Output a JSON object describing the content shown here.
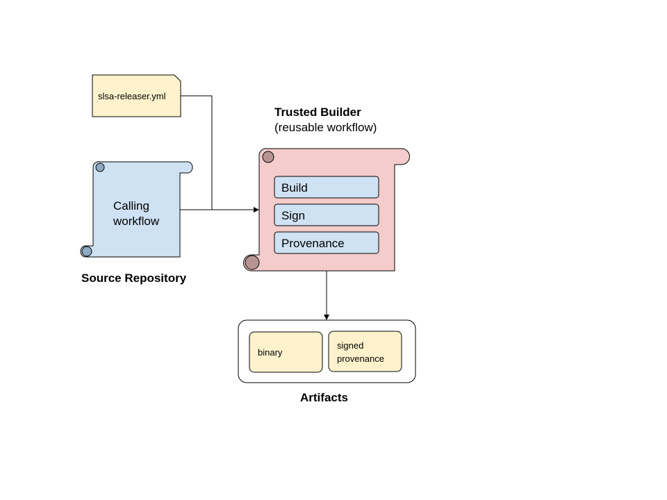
{
  "diagram": {
    "config_file": "slsa-releaser.yml",
    "calling_workflow": {
      "line1": "Calling",
      "line2": "workflow"
    },
    "source_repo_label": "Source Repository",
    "trusted_builder": {
      "title": "Trusted Builder",
      "subtitle": "(reusable workflow)",
      "steps": [
        "Build",
        "Sign",
        "Provenance"
      ]
    },
    "artifacts": {
      "label": "Artifacts",
      "binary": "binary",
      "signed_provenance": {
        "line1": "signed",
        "line2": "provenance"
      }
    },
    "colors": {
      "file_fill": "#fff2cc",
      "blue_fill": "#cfe2f3",
      "red_fill": "#f4cccc",
      "blue_curl": "#8ea9c1",
      "red_curl": "#b89595",
      "stroke": "#000000"
    }
  }
}
